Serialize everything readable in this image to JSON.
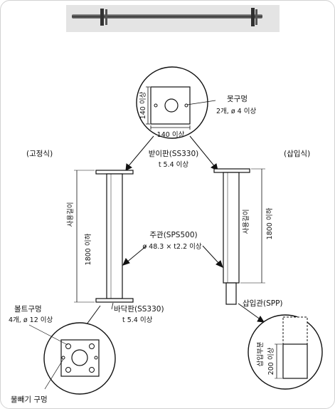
{
  "labels": {
    "fixed_type": "(고정식)",
    "insert_type": "(삽입식)",
    "top_plate": "받이판(SS330)",
    "top_plate_thickness": "t 5.4 이상",
    "plate_height_dim": "140 이상",
    "plate_width_dim": "140 이상",
    "nail_hole": "못구멍",
    "nail_hole_spec": "2개, ø 4 이상",
    "main_pipe": "주관(SPS500)",
    "main_pipe_spec": "ø 48.3 × t2.2 이상",
    "fixed_length_label": "사용길이",
    "fixed_length_value": "1800 이하",
    "insert_length_label": "사용길이",
    "insert_length_value": "1800 이하",
    "base_plate": "바닥판(SS330)",
    "base_plate_thickness": "t 5.4 이상",
    "bolt_hole": "볼트구멍",
    "bolt_hole_spec": "4개, ø 12 이상",
    "drain_hole": "물빼기 구멍",
    "insert_pipe": "삽입관(SPP)",
    "insert_part_label": "삽입부분",
    "insert_part_value": "200 이상"
  }
}
